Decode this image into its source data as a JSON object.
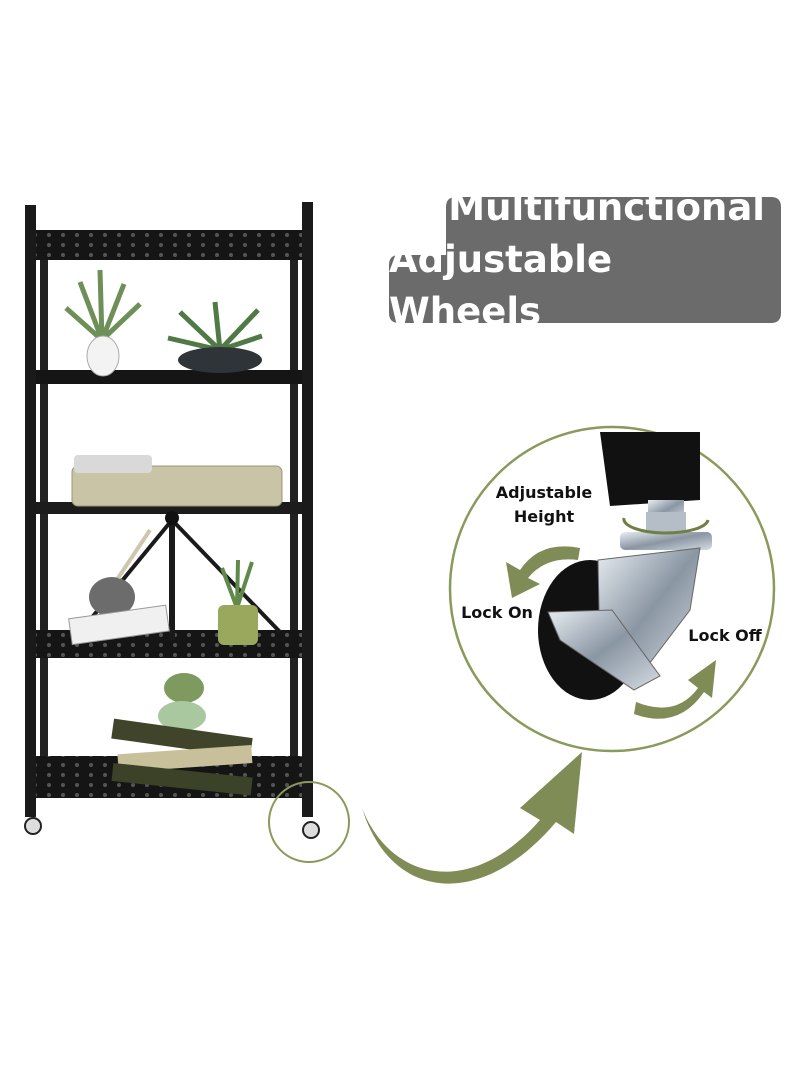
{
  "heading": {
    "line1": "Multifunctional",
    "line2": "Adjustable Wheels"
  },
  "callouts": {
    "adjustable_line1": "Adjustable",
    "adjustable_line2": "Height",
    "lock_on": "Lock On",
    "lock_off": "Lock Off"
  },
  "colors": {
    "title_background": "#6b6b6b",
    "accent_green": "#7f8c55",
    "rack_black": "#1a1a1a",
    "circle_outline": "#8a9a5b"
  }
}
